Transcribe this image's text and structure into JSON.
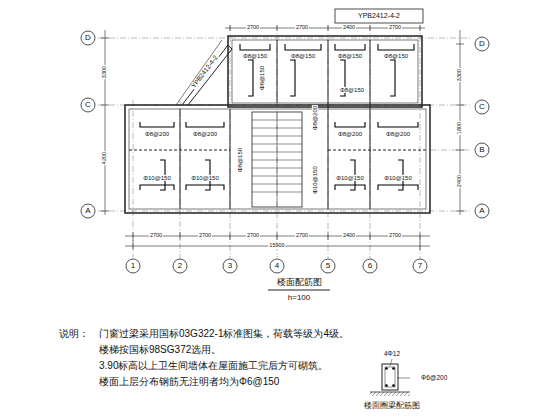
{
  "diagram": {
    "title": "楼面配筋图",
    "labels": [
      "YPB2412-4-2",
      "YPB2412-4-2",
      "D",
      "C",
      "A",
      "D",
      "C",
      "B",
      "A",
      "1",
      "2",
      "3",
      "4",
      "5",
      "6",
      "7",
      "3300",
      "4200",
      "3300",
      "1800",
      "2400",
      "2700",
      "2700",
      "2700",
      "2700",
      "2400",
      "2700",
      "15900",
      "2700",
      "2700",
      "2400",
      "2700",
      "Φ8@150",
      "Φ8@150",
      "Φ8@150",
      "Φ8@150",
      "Φ8@200",
      "Φ8@200",
      "Φ8@200",
      "Φ8@200",
      "Φ8@200",
      "Φ10@150",
      "Φ10@150",
      "Φ10@150",
      "Φ10@150",
      "Φ10@150",
      "Φ8@150",
      "Φ8@150",
      "Φ8@150",
      "h=100",
      "说明：",
      "门窗过梁采用国标03G322-1标准图集，荷载等级为4级。",
      "楼梯按国标98SG372选用。",
      "3.90标高以上卫生间墙体在屋面施工完后方可砌筑。",
      "楼面上层分布钢筋无注明者均为Φ6@150",
      "4Φ12",
      "Φ6@200",
      "楼面圈梁配筋图"
    ]
  }
}
